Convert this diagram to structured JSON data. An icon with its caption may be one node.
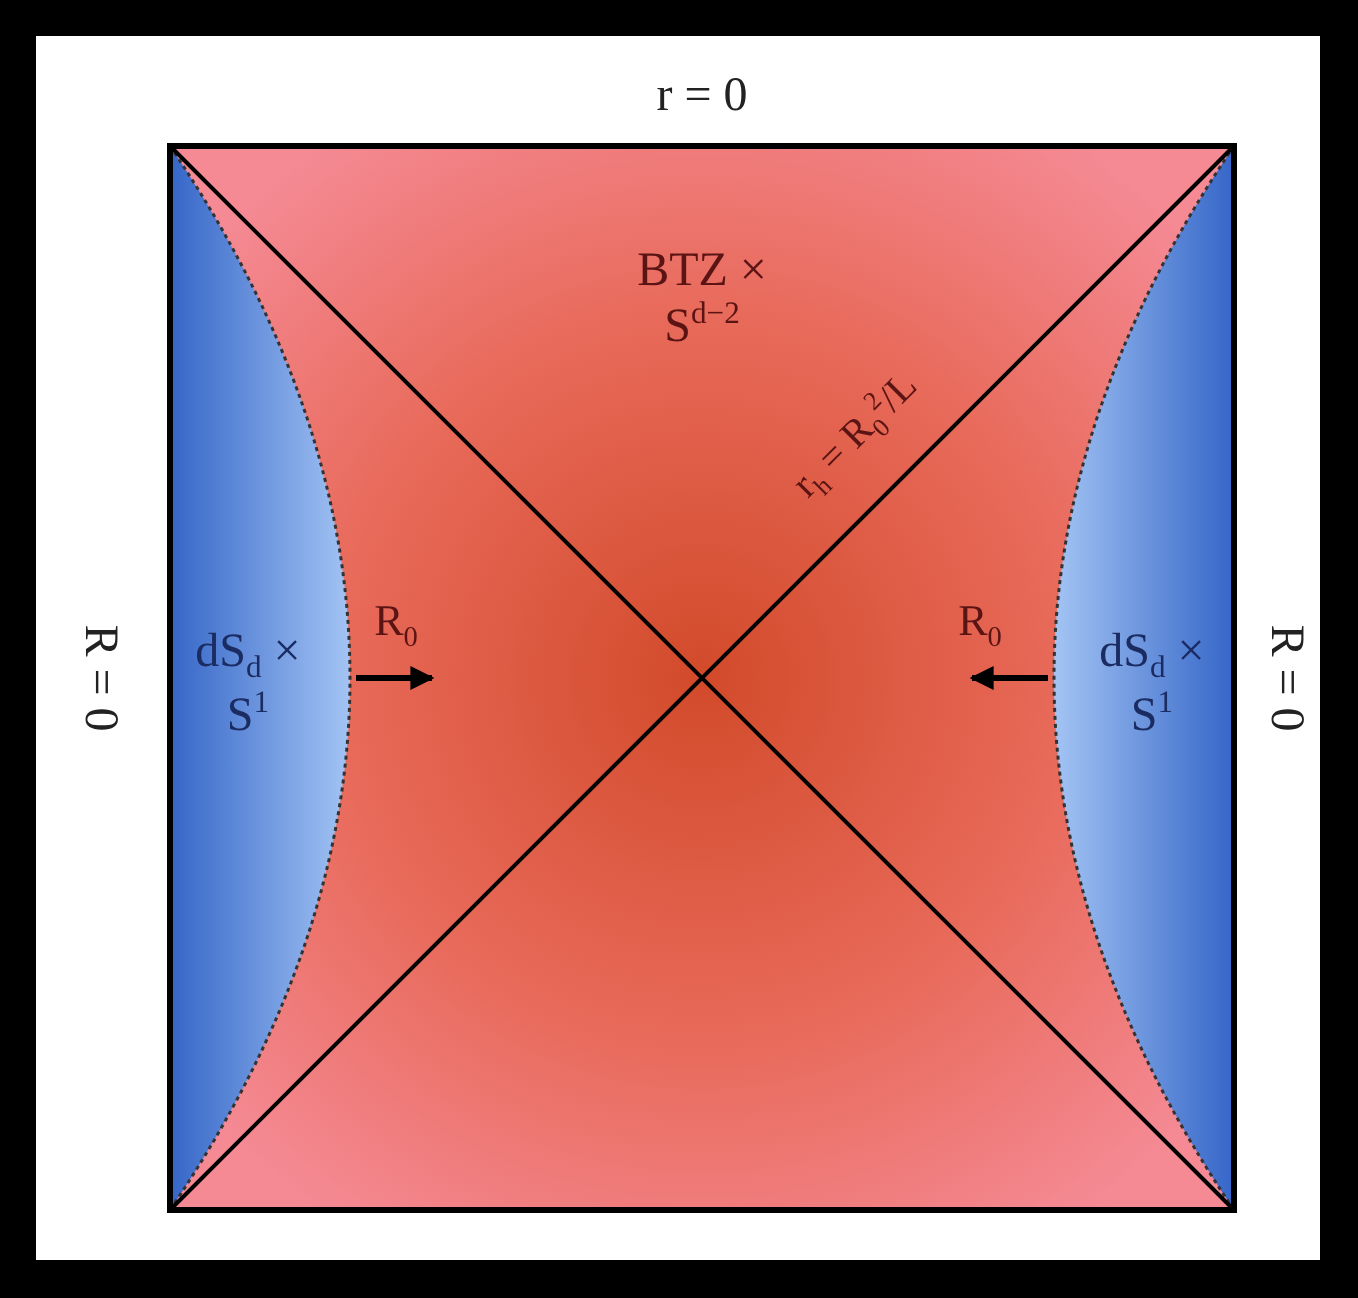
{
  "diagram": {
    "labels": [
      "r = 0",
      "BTZ × S$^{d−2}$",
      "r$_{h}$ = R$_{0}$$^{2}$/L",
      "R = 0",
      "dS$_{d}$ × S$^{1}$",
      "R$_{0}$",
      "R$_{0}$",
      "dS$_{d}$ × S$^{1}$",
      "R = 0"
    ]
  }
}
